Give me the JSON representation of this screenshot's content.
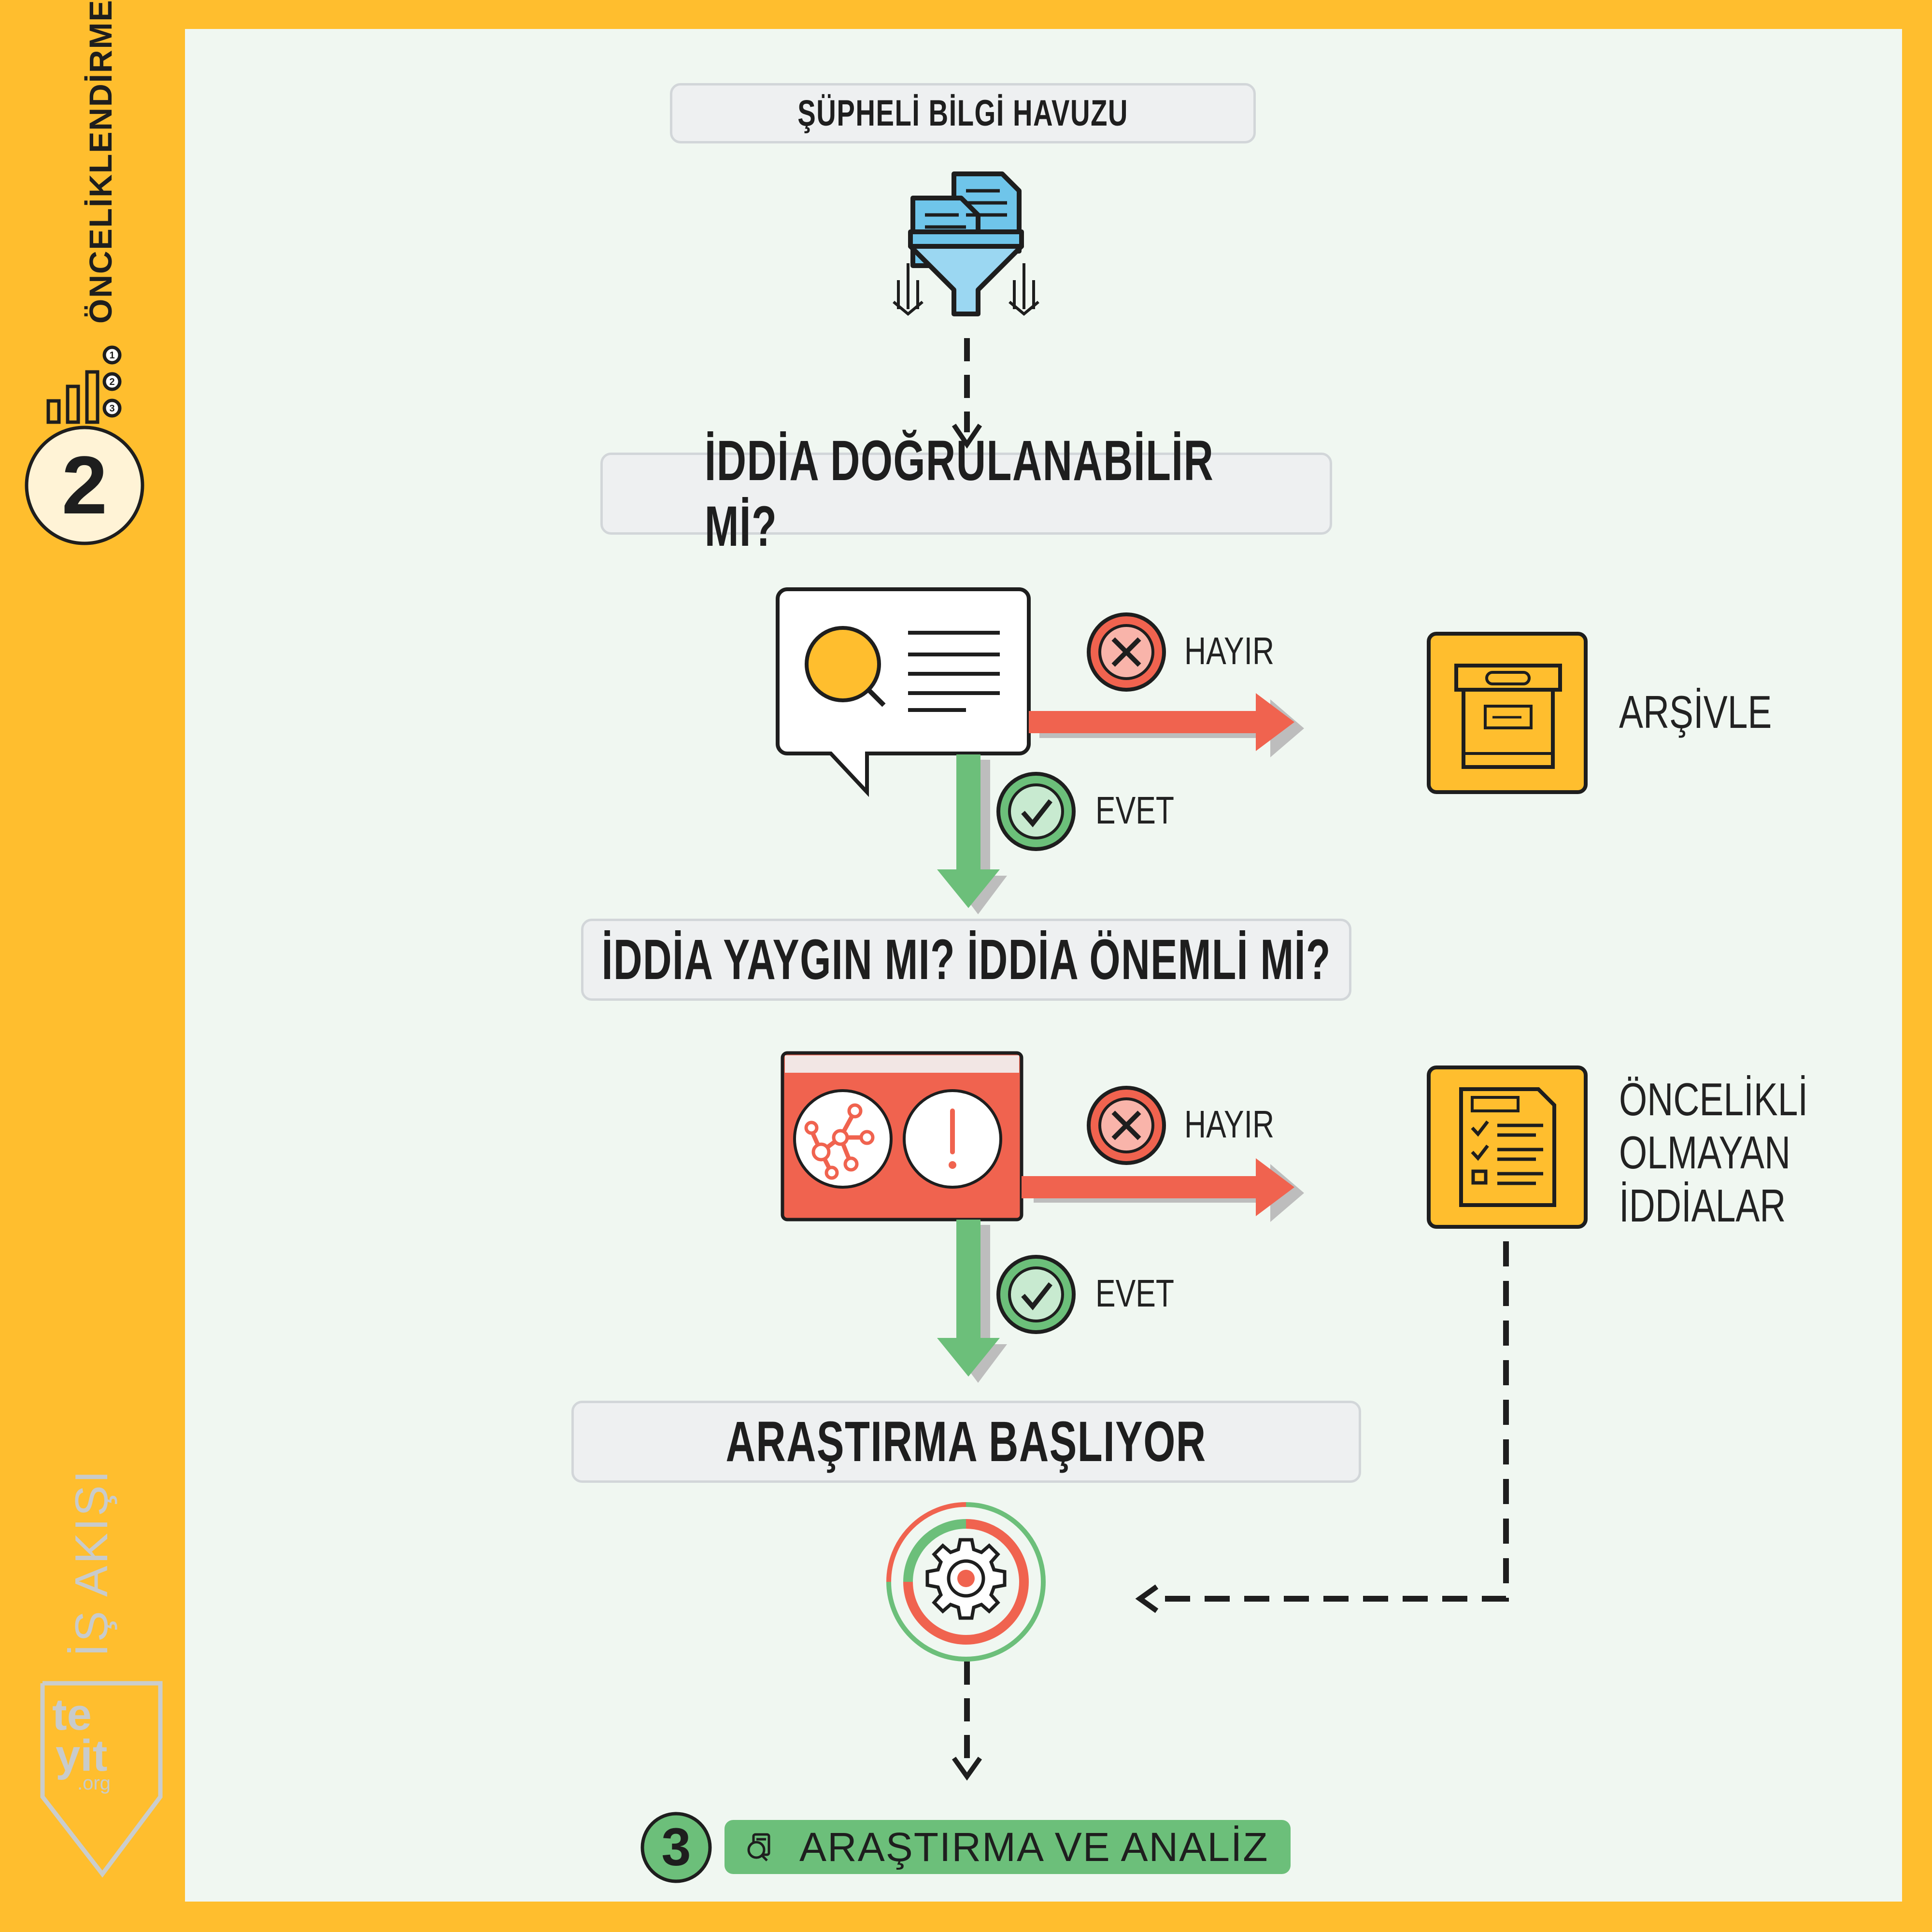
{
  "side_banner": {
    "title": "ÖNCELİKLENDİRME",
    "step": "2"
  },
  "vertical_label": "İŞ AKIŞI",
  "logo": {
    "line1": "te",
    "line2": "yit",
    "line3": ".org"
  },
  "pool": {
    "label": "ŞÜPHELİ BİLGİ HAVUZU",
    "icon": "funnel-documents-icon"
  },
  "question1": {
    "label": "İDDİA DOĞRULANABİLİR Mİ?",
    "icon": "search-document-bubble-icon"
  },
  "question2": {
    "label": "İDDİA YAYGIN MI? İDDİA ÖNEMLİ Mİ?",
    "icon": "network-alert-icon"
  },
  "branches": {
    "no1": "HAYIR",
    "yes1": "EVET",
    "no2": "HAYIR",
    "yes2": "EVET"
  },
  "outcomes": {
    "archive": "ARŞİVLE",
    "nonpriority": [
      "ÖNCELİKLİ",
      "OLMAYAN",
      "İDDİALAR"
    ]
  },
  "start": {
    "label": "ARAŞTIRMA BAŞLIYOR",
    "icon": "gear-progress-icon"
  },
  "next_step": {
    "number": "3",
    "label": "ARAŞTIRMA VE ANALİZ"
  },
  "colors": {
    "yellow": "#FFBE2E",
    "red": "#F0634F",
    "green": "#6CBF7A",
    "dark": "#1E1E1E",
    "panel": "#F0F7F1"
  }
}
